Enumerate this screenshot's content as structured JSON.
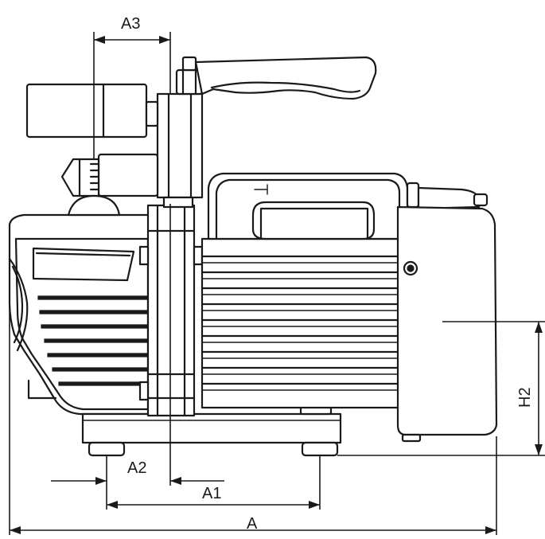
{
  "dimensions": {
    "a3": "A3",
    "a2": "A2",
    "a1": "A1",
    "a": "A",
    "h2": "H2"
  },
  "colors": {
    "line": "#1a1a1a",
    "background": "#ffffff"
  }
}
